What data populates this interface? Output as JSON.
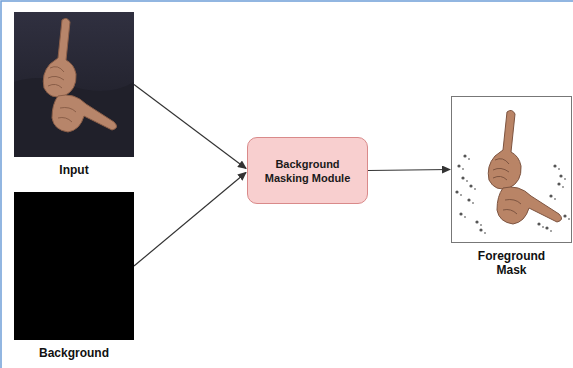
{
  "diagram": {
    "nodes": [
      {
        "text": [
          "Input"
        ]
      },
      {
        "text": [
          "Background"
        ]
      },
      {
        "text": [
          "Background Masking Module"
        ]
      },
      {
        "text": [
          "Foreground Mask"
        ]
      }
    ],
    "edges": [
      {
        "from": 0,
        "to": 2,
        "arrow": "to"
      },
      {
        "from": 1,
        "to": 2,
        "arrow": "to"
      },
      {
        "from": 2,
        "to": 3,
        "arrow": "to"
      }
    ]
  }
}
